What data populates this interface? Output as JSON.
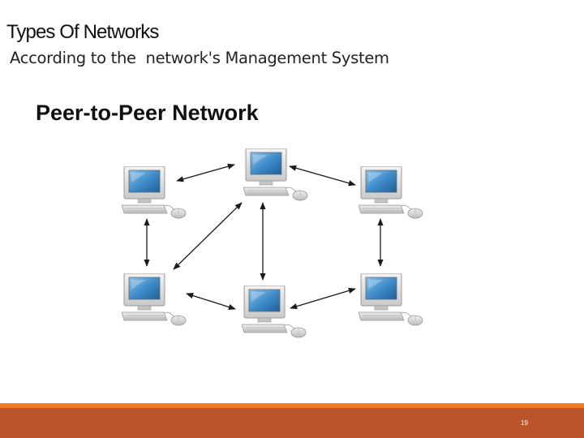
{
  "slide": {
    "title": "Types Of Networks",
    "subtitle": "According to the  network's Management System",
    "diagram_title": "Peer-to-Peer Network",
    "page_number": "19"
  },
  "diagram": {
    "nodes": [
      {
        "id": "top-center",
        "icon": "desktop-computer-icon"
      },
      {
        "id": "top-left",
        "icon": "desktop-computer-icon"
      },
      {
        "id": "top-right",
        "icon": "desktop-computer-icon"
      },
      {
        "id": "bottom-left",
        "icon": "desktop-computer-icon"
      },
      {
        "id": "bottom-center",
        "icon": "desktop-computer-icon"
      },
      {
        "id": "bottom-right",
        "icon": "desktop-computer-icon"
      }
    ],
    "connections": [
      {
        "from": "top-left",
        "to": "top-center"
      },
      {
        "from": "top-center",
        "to": "top-right"
      },
      {
        "from": "top-left",
        "to": "bottom-left"
      },
      {
        "from": "top-right",
        "to": "bottom-right"
      },
      {
        "from": "top-center",
        "to": "bottom-left"
      },
      {
        "from": "top-center",
        "to": "bottom-center"
      },
      {
        "from": "bottom-left",
        "to": "bottom-center"
      },
      {
        "from": "bottom-center",
        "to": "bottom-right"
      }
    ]
  },
  "colors": {
    "footer_bar": "#bc542b",
    "footer_accent": "#ef7d22",
    "screen": "#2f7fc0"
  }
}
